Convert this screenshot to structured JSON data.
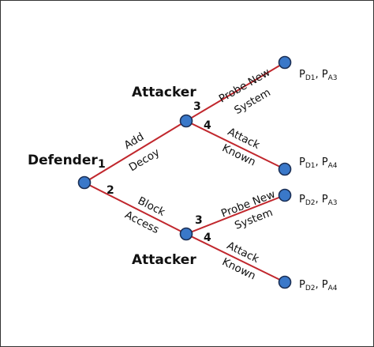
{
  "players": {
    "defender": "Defender",
    "attacker_top": "Attacker",
    "attacker_bottom": "Attacker"
  },
  "moves": {
    "m1": "1",
    "m2": "2",
    "m3_top": "3",
    "m4_top": "4",
    "m3_bottom": "3",
    "m4_bottom": "4"
  },
  "actions": {
    "add_line1": "Add",
    "add_line2": "Decoy",
    "block_line1": "Block",
    "block_line2": "Access",
    "probe_top_line1": "Probe New",
    "probe_top_line2": "System",
    "attack_top_line1": "Attack",
    "attack_top_line2": "Known",
    "probe_bottom_line1": "Probe New",
    "probe_bottom_line2": "System",
    "attack_bottom_line1": "Attack",
    "attack_bottom_line2": "Known"
  },
  "payoffs": {
    "p1": {
      "a": "P",
      "a_sub": "D1",
      "sep": ", ",
      "b": "P",
      "b_sub": "A3"
    },
    "p2": {
      "a": "P",
      "a_sub": "D1",
      "sep": ", ",
      "b": "P",
      "b_sub": "A4"
    },
    "p3": {
      "a": "P",
      "a_sub": "D2",
      "sep": ", ",
      "b": "P",
      "b_sub": "A3"
    },
    "p4": {
      "a": "P",
      "a_sub": "D2",
      "sep": ", ",
      "b": "P",
      "b_sub": "A4"
    }
  },
  "colors": {
    "edge": "#c1272d",
    "node_fill": "#3a78c9",
    "node_stroke": "#1b2f55"
  }
}
